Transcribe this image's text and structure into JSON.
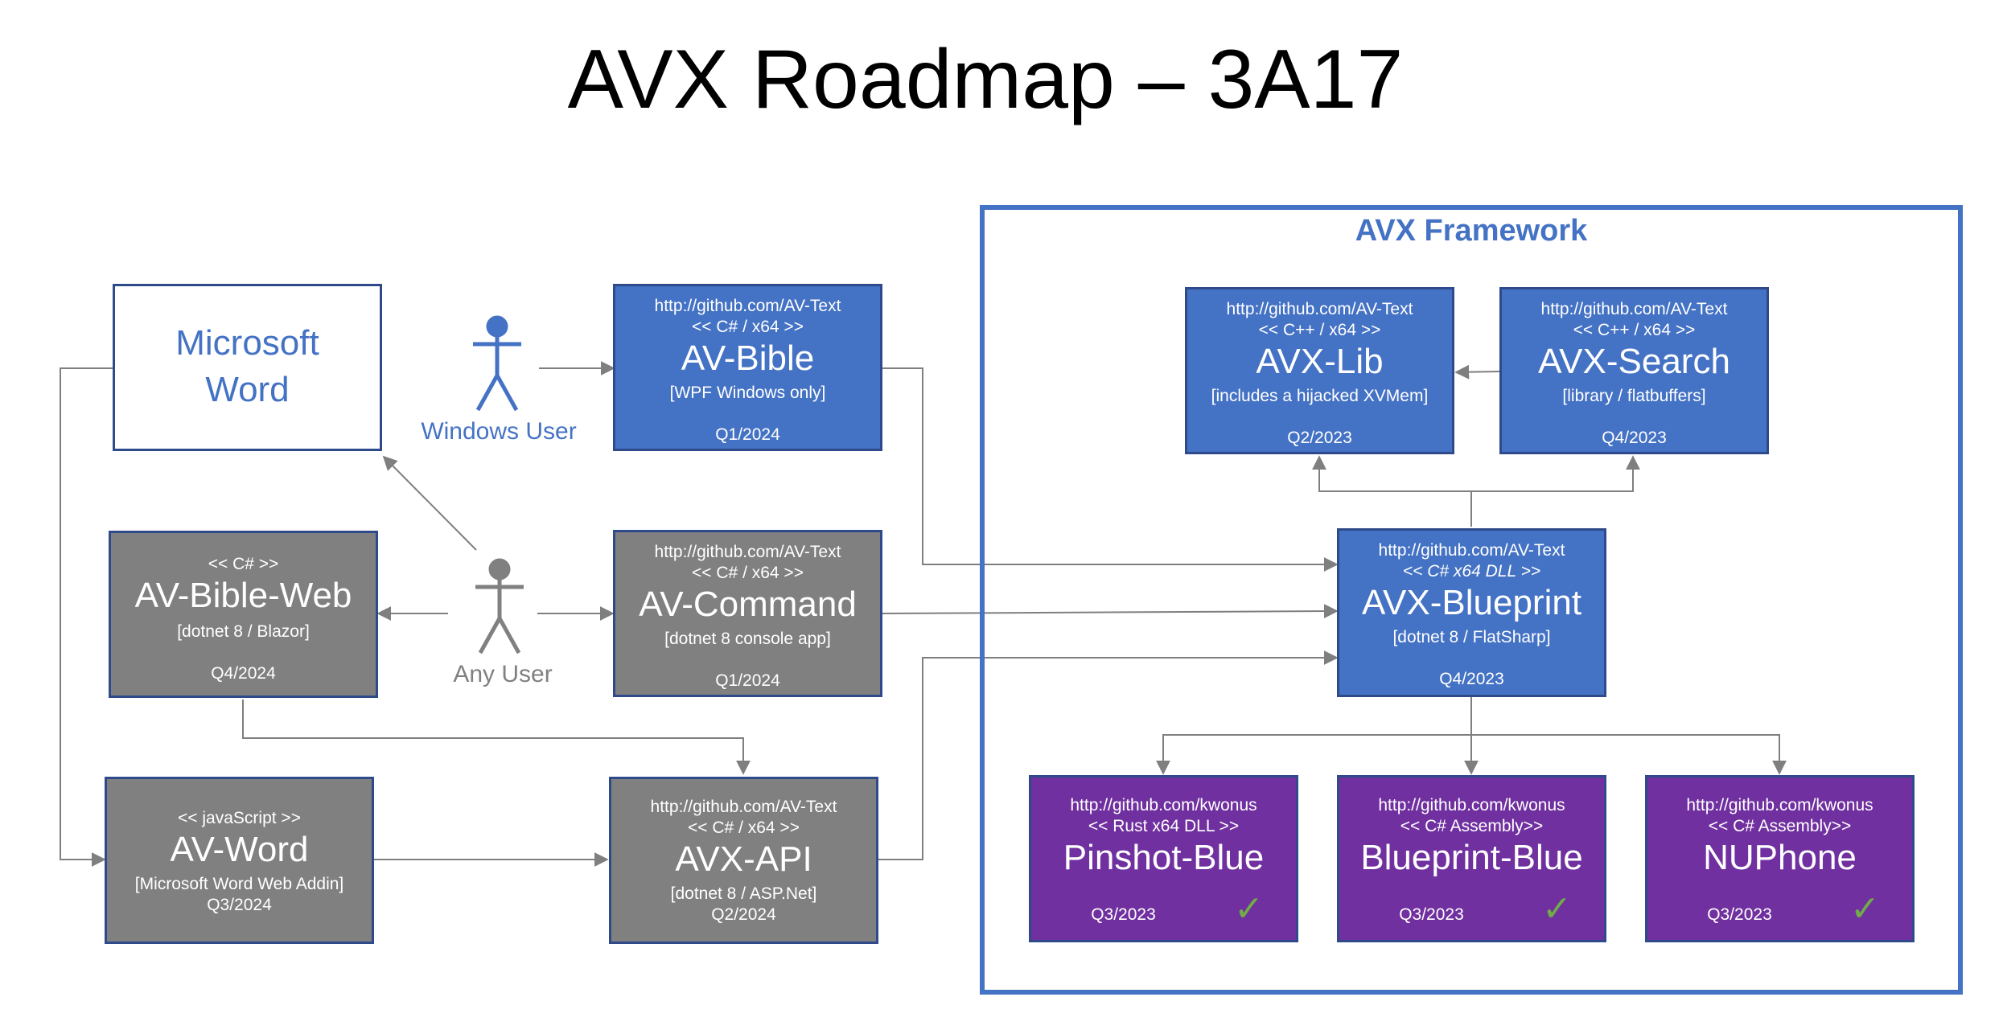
{
  "title": "AVX Roadmap – 3A17",
  "framework": {
    "title": "AVX Framework"
  },
  "actors": {
    "windows_user": "Windows User",
    "any_user": "Any User"
  },
  "word": {
    "line1": "Microsoft",
    "line2": "Word"
  },
  "boxes": {
    "av_bible": {
      "url": "http://github.com/AV-Text",
      "stereo": "<< C# / x64 >>",
      "name": "AV-Bible",
      "desc": "[WPF Windows only]",
      "date": "Q1/2024"
    },
    "av_command": {
      "url": "http://github.com/AV-Text",
      "stereo": "<< C# / x64 >>",
      "name": "AV-Command",
      "desc": "[dotnet 8 console app]",
      "date": "Q1/2024"
    },
    "av_bible_web": {
      "stereo": "<< C# >>",
      "name": "AV-Bible-Web",
      "desc": "[dotnet 8 / Blazor]",
      "date": "Q4/2024"
    },
    "av_word": {
      "stereo": "<< javaScript >>",
      "name": "AV-Word",
      "desc": "[Microsoft Word Web Addin]",
      "date": "Q3/2024"
    },
    "avx_api": {
      "url": "http://github.com/AV-Text",
      "stereo": "<< C# / x64 >>",
      "name": "AVX-API",
      "desc": "[dotnet 8 / ASP.Net]",
      "date": "Q2/2024"
    },
    "avx_lib": {
      "url": "http://github.com/AV-Text",
      "stereo": "<< C++ / x64 >>",
      "name": "AVX-Lib",
      "desc": "[includes a hijacked XVMem]",
      "date": "Q2/2023"
    },
    "avx_search": {
      "url": "http://github.com/AV-Text",
      "stereo": "<< C++ / x64 >>",
      "name": "AVX-Search",
      "desc": "[library / flatbuffers]",
      "date": "Q4/2023"
    },
    "avx_blueprint": {
      "url": "http://github.com/AV-Text",
      "stereo": "<< C# x64 DLL >>",
      "name": "AVX-Blueprint",
      "desc": "[dotnet 8 / FlatSharp]",
      "date": "Q4/2023"
    },
    "pinshot_blue": {
      "url": "http://github.com/kwonus",
      "stereo": "<< Rust x64 DLL >>",
      "name": "Pinshot-Blue",
      "date": "Q3/2023"
    },
    "blueprint_blue": {
      "url": "http://github.com/kwonus",
      "stereo": "<< C# Assembly>>",
      "name": "Blueprint-Blue",
      "date": "Q3/2023"
    },
    "nuphone": {
      "url": "http://github.com/kwonus",
      "stereo": "<< C# Assembly>>",
      "name": "NUPhone",
      "date": "Q3/2023"
    }
  },
  "colors": {
    "blue": "#4472C4",
    "gray": "#808080",
    "purple": "#7030A0",
    "check": "#70AD47"
  },
  "icons": {
    "check": "check-icon",
    "actor": "stick-figure-icon"
  }
}
